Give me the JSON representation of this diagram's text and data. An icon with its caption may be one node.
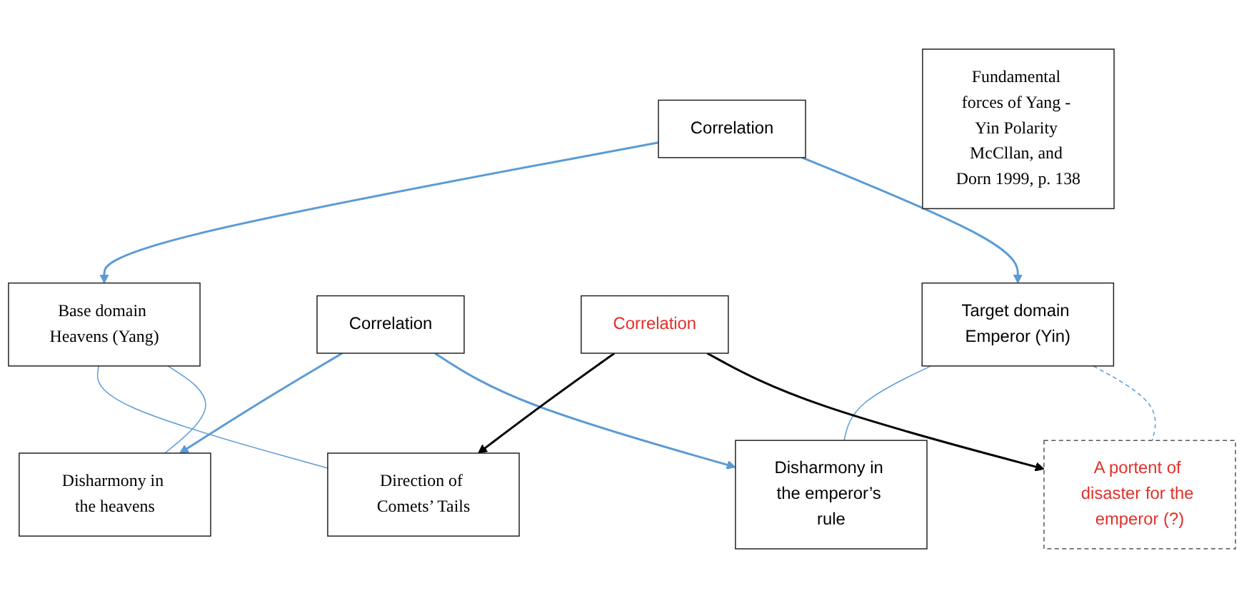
{
  "diagram": {
    "nodes": [
      {
        "text": [
          "Base domain Heavens (Yang)"
        ]
      },
      {
        "text": [
          "Correlation"
        ]
      },
      {
        "text": [
          "Target domain Emperor (Yin)"
        ]
      },
      {
        "text": [
          "Fundamental forces of Yang - Yin Polarity McCllan, and Dorn 1999, p. 138"
        ]
      },
      {
        "text": [
          "Direction of Comets’ Tails"
        ]
      },
      {
        "text": [
          "Disharmony in the heavens"
        ]
      },
      {
        "text": [
          "Correlation"
        ]
      },
      {
        "text": [
          "Disharmony in the emperor’s rule"
        ]
      },
      {
        "text": [
          "A portent of disaster for the emperor (?)"
        ]
      },
      {
        "text": [
          "Correlation"
        ]
      }
    ],
    "edges": [
      {
        "from": 1,
        "to": 0,
        "arrow": "to"
      },
      {
        "from": 1,
        "to": 2,
        "arrow": "to"
      },
      {
        "from": 0,
        "to": 4,
        "arrow": "none"
      },
      {
        "from": 0,
        "to": 5,
        "arrow": "none"
      },
      {
        "from": 2,
        "to": 7,
        "arrow": "none"
      },
      {
        "from": 2,
        "to": 8,
        "arrow": "none",
        "style": "dashed"
      },
      {
        "from": 6,
        "to": 5,
        "arrow": "to"
      },
      {
        "from": 6,
        "to": 7,
        "arrow": "to"
      },
      {
        "from": 9,
        "to": 4,
        "arrow": "to",
        "color": "#000000"
      },
      {
        "from": 9,
        "to": 8,
        "arrow": "to",
        "color": "#000000"
      }
    ]
  }
}
